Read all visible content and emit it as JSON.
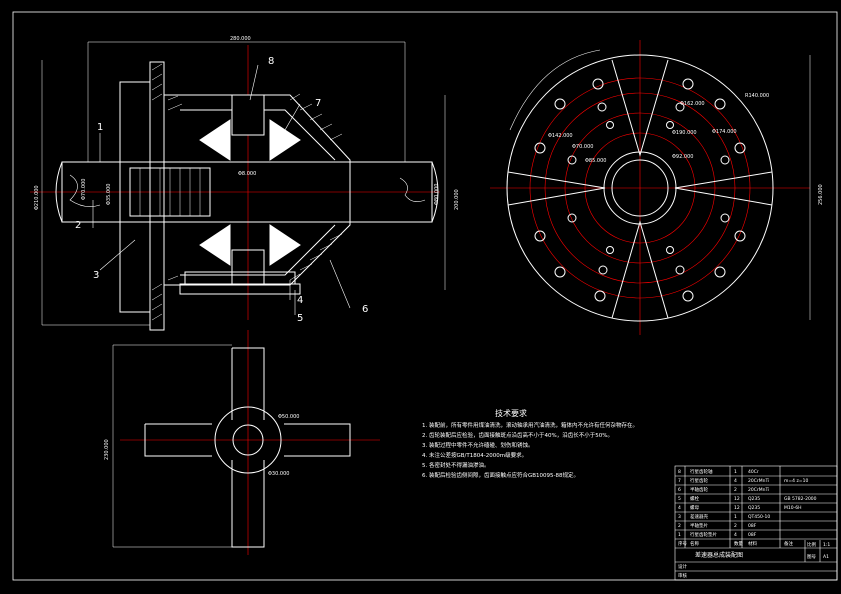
{
  "drawing": {
    "colors": {
      "background": "#000000",
      "lines": "#ffffff",
      "centerlines": "#ff0000",
      "hatch": "#ffffff"
    },
    "callouts": [
      "1",
      "2",
      "3",
      "4",
      "5",
      "6",
      "7",
      "8"
    ],
    "dimensions": {
      "top_width": "280.000",
      "left_height_outer": "Φ210.000",
      "left_height_inner": "Φ70.000",
      "shaft_dia": "Φ35.000",
      "right_height": "200.000",
      "right_shaft_dia": "Φ80.000",
      "center_mark": "Φ8.000",
      "right_view_r1": "R140.000",
      "right_view_d1": "Φ162.000",
      "right_view_d2": "Φ142.000",
      "right_view_d3": "Φ174.000",
      "right_view_d4": "Φ70.000",
      "right_view_d5": "Φ190.000",
      "right_view_d6": "Φ92.000",
      "right_view_d7": "Φ85.000",
      "right_view_width": "256.000",
      "cross_height": "230.000",
      "cross_d1": "Φ50.000",
      "cross_d2": "Φ30.000"
    },
    "notes": {
      "title": "技术要求",
      "items": [
        "1. 装配前，所有零件用煤油清洗，滚动轴承用汽油清洗，箱体内不允许有任何杂物存在。",
        "2. 齿轮装配后应检验，齿面接触斑点沿齿高不小于40%，沿齿长不小于50%。",
        "3. 装配过程中零件不允许磕碰、划伤和锈蚀。",
        "4. 未注公差按GB/T1804-2000m级要求。",
        "5. 各密封处不得漏油渗油。",
        "6. 装配后检验齿侧间隙，齿面接触点应符合GB10095-88规定。"
      ]
    },
    "title_block": {
      "rows": [
        [
          "8",
          "行星齿轮轴",
          "1",
          "40Cr",
          ""
        ],
        [
          "7",
          "行星齿轮",
          "4",
          "20CrMnTi",
          "m=4 z=10"
        ],
        [
          "6",
          "半轴齿轮",
          "2",
          "20CrMnTi",
          ""
        ],
        [
          "5",
          "螺栓",
          "12",
          "Q235",
          "GB 5782-2000"
        ],
        [
          "4",
          "螺母",
          "12",
          "Q235",
          "M10-6H"
        ],
        [
          "3",
          "差速器壳",
          "1",
          "QT450-10",
          ""
        ],
        [
          "2",
          "半轴垫片",
          "2",
          "08F",
          ""
        ],
        [
          "1",
          "行星齿轮垫片",
          "4",
          "08F",
          ""
        ]
      ],
      "header": [
        "序号",
        "名称",
        "数量",
        "材料",
        "备注"
      ],
      "drawing_name": "差速器总成装配图",
      "scale_label": "比例",
      "scale_value": "1:1",
      "sheet_label": "图号",
      "sheet_value": "A1",
      "designer_label": "设计",
      "checker_label": "审核"
    }
  }
}
